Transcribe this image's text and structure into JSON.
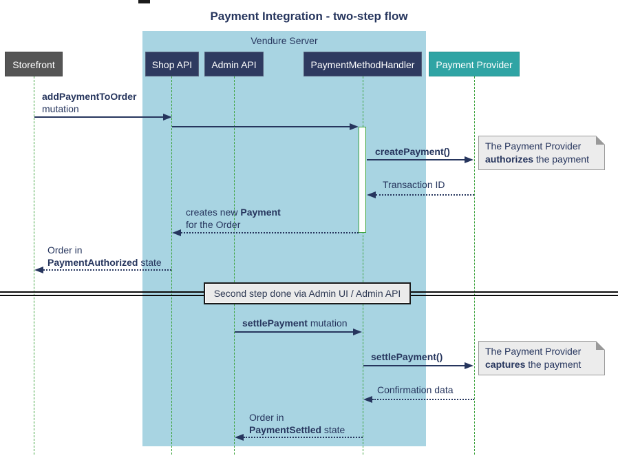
{
  "title": "Payment Integration - two-step flow",
  "colors": {
    "ink": "#26355D",
    "green": "#3BA23B",
    "container": "#A8D4E2",
    "participant": "#2E3A60",
    "participant-border": "#555F7A",
    "external": "#555555",
    "external-border": "#454545",
    "teal": "#2FA4A4",
    "teal-border": "#27908F",
    "note-bg": "#ECECEC",
    "note-border": "#999999",
    "divider-bg": "#EBEBEB",
    "divider-border": "#1A1A1A",
    "rule": "#0A0A0A",
    "activation-bg": "#FEFEFE"
  },
  "frame": {
    "label": "Vendure Server"
  },
  "participants": {
    "storefront": "Storefront",
    "shop_api": "Shop API",
    "admin_api": "Admin API",
    "handler": "PaymentMethodHandler",
    "provider": "Payment Provider"
  },
  "messages": {
    "add_payment": {
      "name": "addPaymentToOrder",
      "line2": "mutation"
    },
    "create_payment": {
      "name": "createPayment()"
    },
    "transaction_id": {
      "label": "Transaction ID"
    },
    "creates_payment": {
      "pre": "creates new ",
      "bold": "Payment",
      "line2": "for the Order"
    },
    "authorized": {
      "line1": "Order in",
      "bold": "PaymentAuthorized",
      "rest": " state"
    },
    "settle_mutation": {
      "bold": "settlePayment",
      "rest": " mutation"
    },
    "settle_call": {
      "name": "settlePayment()"
    },
    "confirmation": {
      "label": "Confirmation data"
    },
    "settled": {
      "line1": "Order in",
      "bold": "PaymentSettled",
      "rest": " state"
    }
  },
  "divider": {
    "label": "Second step done via Admin UI / Admin API"
  },
  "notes": {
    "authorize": {
      "line1": "The Payment Provider",
      "bold": "authorizes",
      "rest": " the payment"
    },
    "capture": {
      "line1": "The Payment Provider",
      "bold": "captures",
      "rest": " the payment"
    }
  }
}
